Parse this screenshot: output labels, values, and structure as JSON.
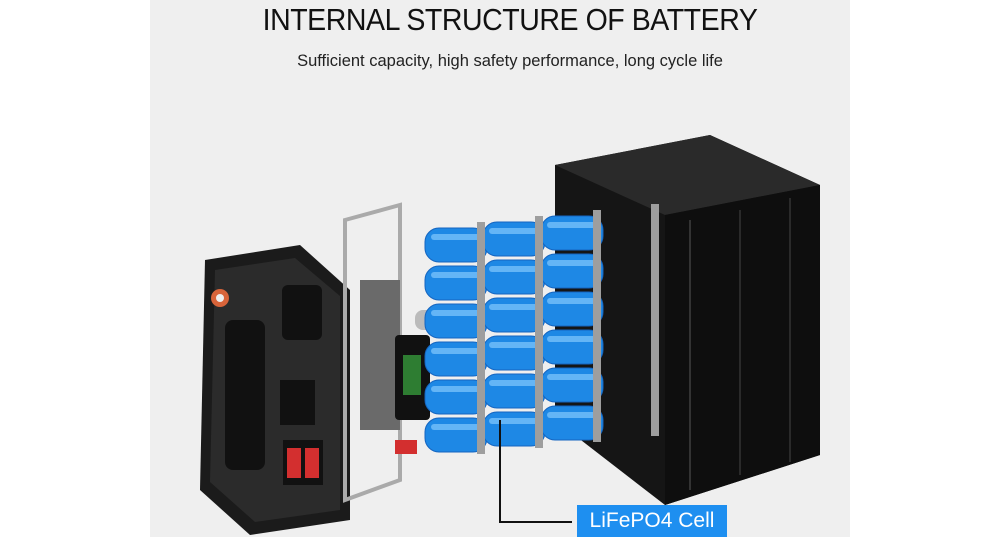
{
  "header": {
    "title": "INTERNAL STRUCTURE OF BATTERY",
    "subtitle": "Sufficient capacity, high safety performance, long cycle life"
  },
  "callout": {
    "label": "LiFePO4 Cell",
    "color": "#1e8ff0"
  },
  "colors": {
    "cell": "#1e88e5",
    "case": "#1a1a1a",
    "background": "#efefef"
  }
}
